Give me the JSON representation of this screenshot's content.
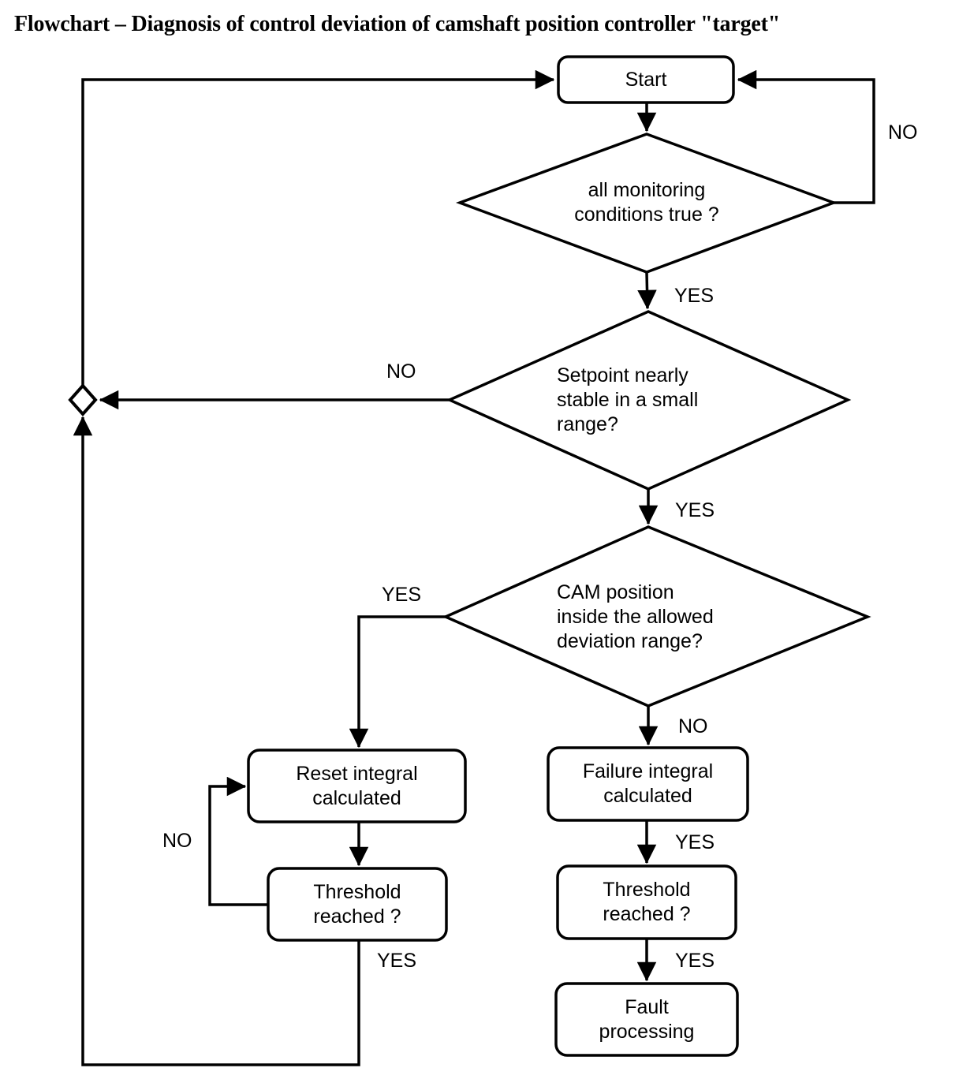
{
  "title": "Flowchart – Diagnosis of control deviation of camshaft position controller \"target\"",
  "chart_data": {
    "type": "diagram",
    "diagram_kind": "flowchart",
    "title": "Flowchart – Diagnosis of control deviation of camshaft position controller \"target\"",
    "stroke_color": "#000000",
    "fill_color": "#ffffff",
    "nodes": [
      {
        "id": "start",
        "shape": "rounded-rect",
        "text": "Start"
      },
      {
        "id": "d1",
        "shape": "diamond",
        "text": "all monitoring\nconditions true ?"
      },
      {
        "id": "d2",
        "shape": "diamond",
        "text": "Setpoint nearly\nstable in a small\nrange?"
      },
      {
        "id": "d3",
        "shape": "diamond",
        "text": "CAM position\ninside the allowed\ndeviation range?"
      },
      {
        "id": "junction",
        "shape": "small-diamond",
        "text": ""
      },
      {
        "id": "reset",
        "shape": "rounded-rect",
        "text": "Reset integral\ncalculated"
      },
      {
        "id": "thresh_left",
        "shape": "rounded-rect",
        "text": "Threshold\nreached ?"
      },
      {
        "id": "failure",
        "shape": "rounded-rect",
        "text": "Failure integral\ncalculated"
      },
      {
        "id": "thresh_right",
        "shape": "rounded-rect",
        "text": "Threshold\nreached ?"
      },
      {
        "id": "fault",
        "shape": "rounded-rect",
        "text": "Fault\nprocessing"
      }
    ],
    "edges": [
      {
        "from": "start",
        "to": "d1",
        "label": ""
      },
      {
        "from": "d1",
        "to": "start",
        "label": "NO"
      },
      {
        "from": "d1",
        "to": "d2",
        "label": "YES"
      },
      {
        "from": "d2",
        "to": "junction",
        "label": "NO"
      },
      {
        "from": "d2",
        "to": "d3",
        "label": "YES"
      },
      {
        "from": "d3",
        "to": "reset",
        "label": "YES"
      },
      {
        "from": "d3",
        "to": "failure",
        "label": "NO"
      },
      {
        "from": "reset",
        "to": "thresh_left",
        "label": ""
      },
      {
        "from": "thresh_left",
        "to": "reset",
        "label": "NO"
      },
      {
        "from": "thresh_left",
        "to": "junction",
        "label": "YES"
      },
      {
        "from": "failure",
        "to": "thresh_right",
        "label": "YES"
      },
      {
        "from": "thresh_right",
        "to": "fault",
        "label": "YES"
      },
      {
        "from": "junction",
        "to": "start",
        "label": ""
      }
    ]
  },
  "nodes": {
    "start": "Start",
    "monitoring_conditions": "all monitoring\nconditions true ?",
    "setpoint_stable": "Setpoint nearly\nstable in a small\nrange?",
    "cam_position": "CAM position\ninside the allowed\ndeviation range?",
    "reset_integral": "Reset integral\ncalculated",
    "threshold_left": "Threshold\nreached ?",
    "failure_integral": "Failure integral\ncalculated",
    "threshold_right": "Threshold\nreached ?",
    "fault_processing": "Fault\nprocessing"
  },
  "edge_labels": {
    "no_monitoring": "NO",
    "yes_monitoring": "YES",
    "no_setpoint": "NO",
    "yes_setpoint": "YES",
    "yes_cam": "YES",
    "no_cam": "NO",
    "no_threshold_left": "NO",
    "yes_threshold_left": "YES",
    "yes_failure": "YES",
    "yes_threshold_right": "YES"
  }
}
